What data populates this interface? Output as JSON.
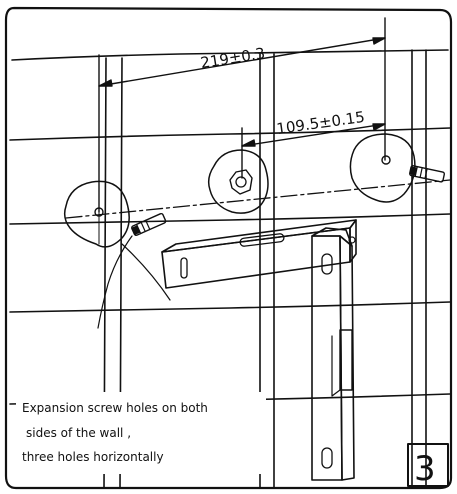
{
  "dimensions": {
    "outer": "219±0.3",
    "inner": "109.5±0.15"
  },
  "caption": {
    "line1": "Expansion screw holes on both",
    "line2": "sides of the wall ,",
    "line3": "three holes horizontally"
  },
  "step_number": "3",
  "colors": {
    "ink": "#111111",
    "background": "#ffffff"
  },
  "icons": {
    "left-anchor": "expansion-screw-icon",
    "right-anchor": "expansion-screw-icon",
    "center-hole": "nut-icon"
  }
}
